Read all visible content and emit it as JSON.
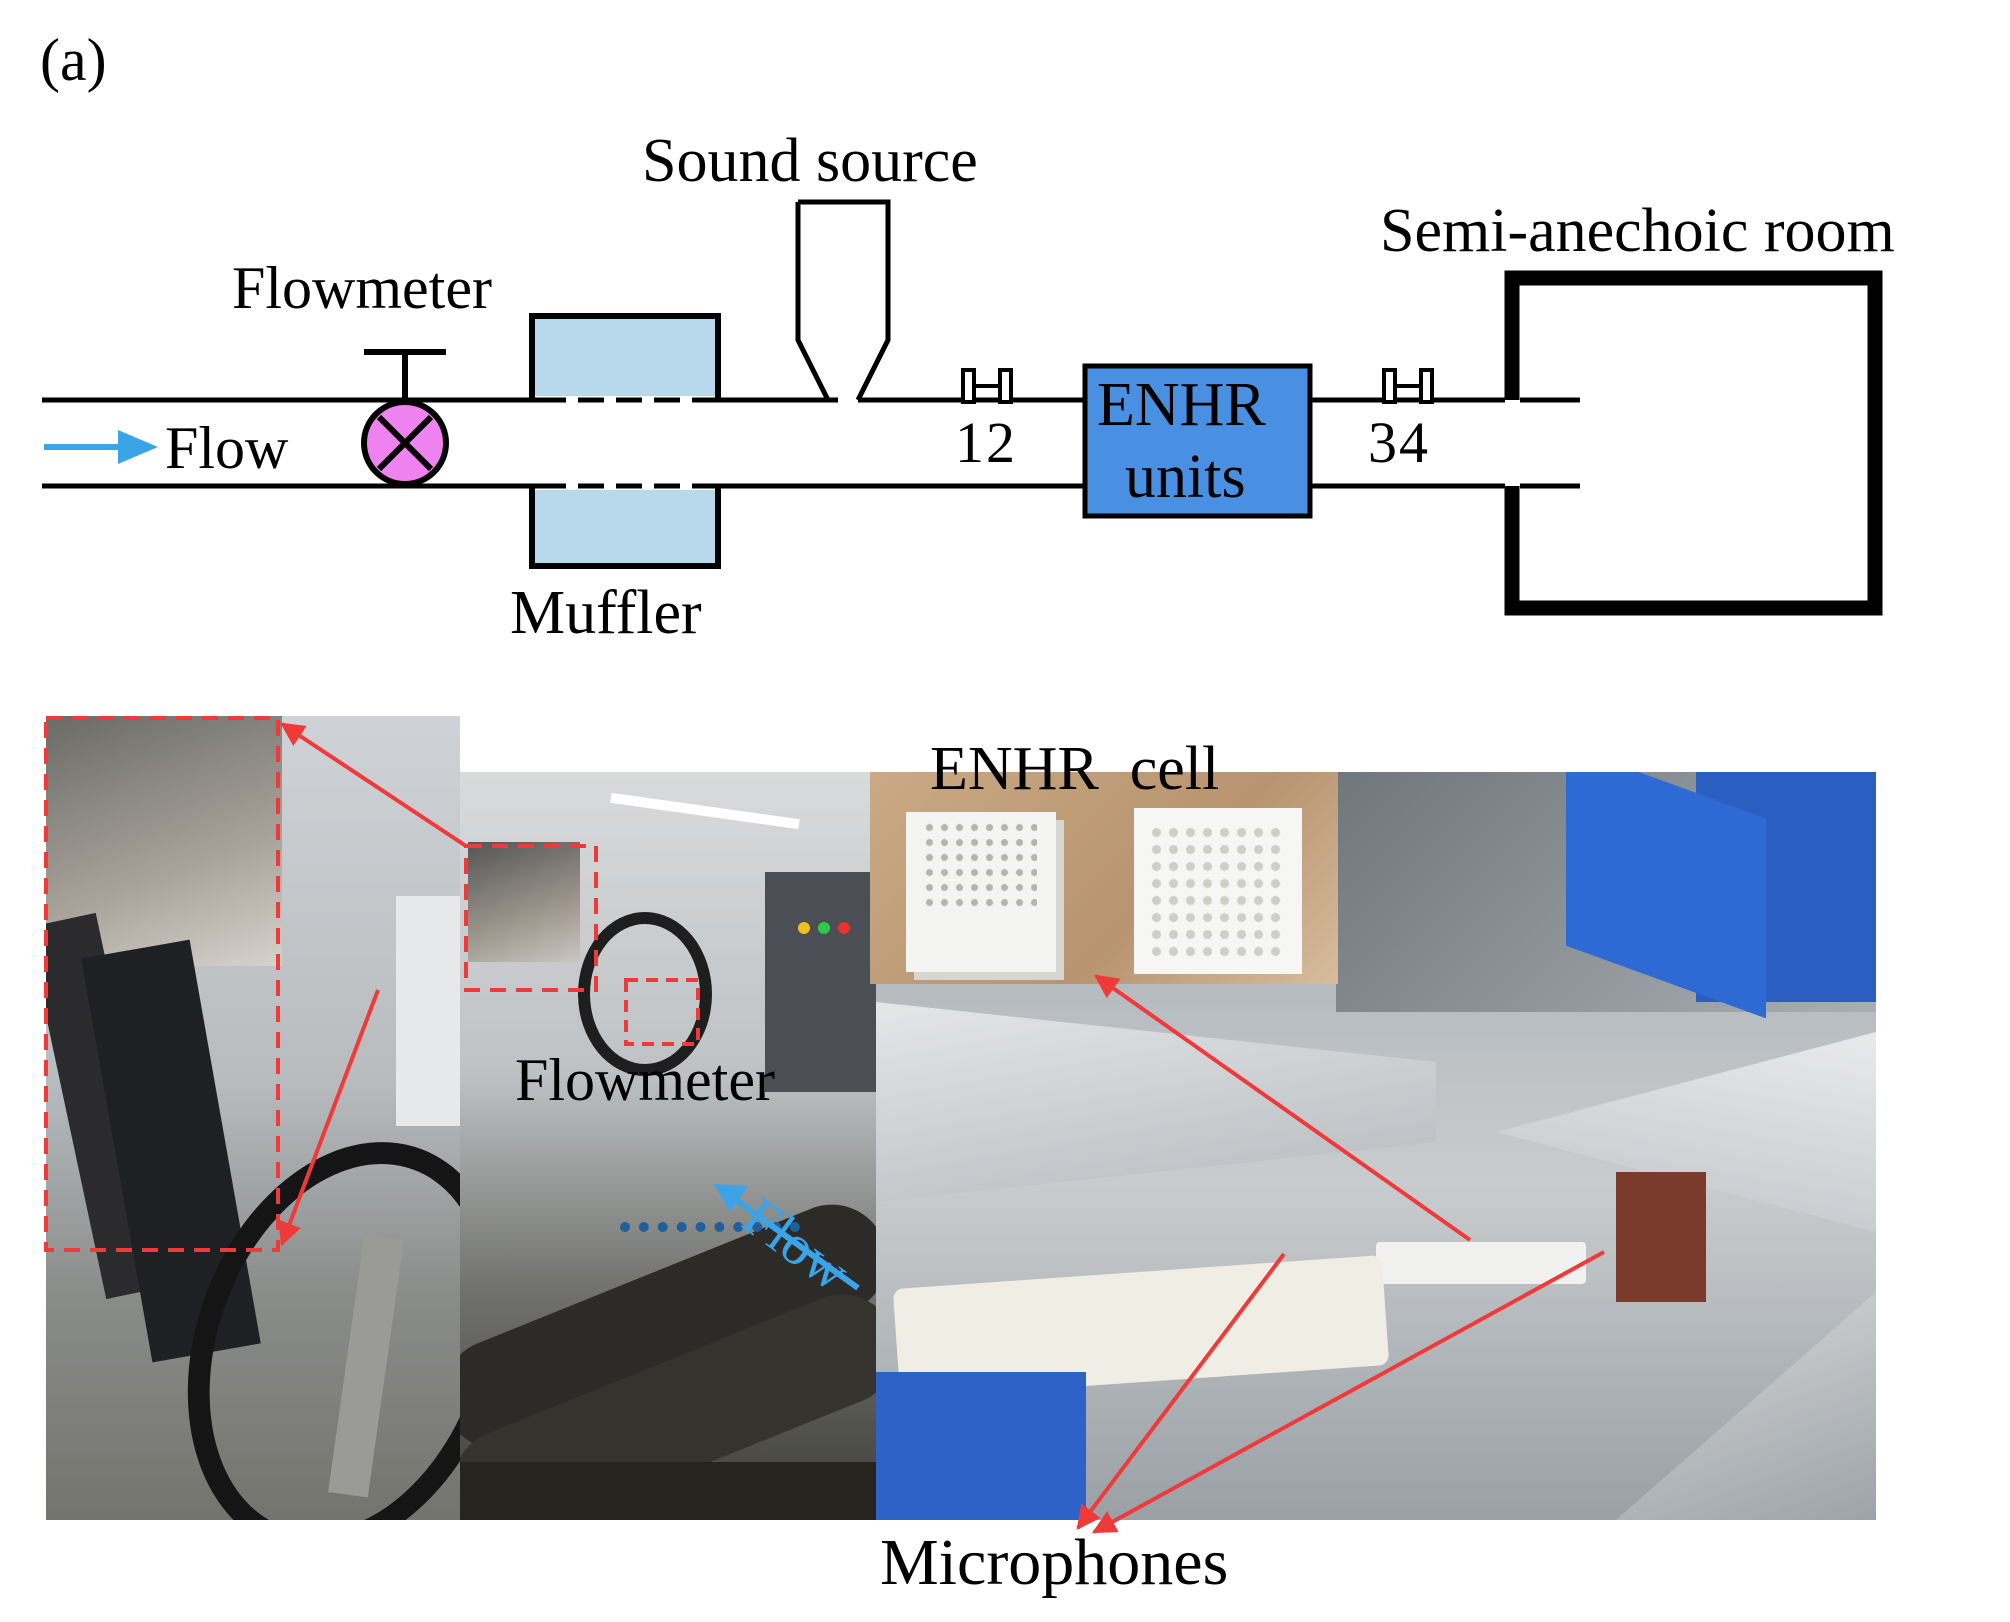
{
  "panel_label": "(a)",
  "schematic": {
    "sound_source": "Sound source",
    "flowmeter": "Flowmeter",
    "semi_anechoic_room": "Semi-anechoic room",
    "flow": "Flow",
    "mic_pair_upstream": "12",
    "mic_pair_downstream": "34",
    "enhr_units_line1": "ENHR",
    "enhr_units_line2": "units",
    "muffler": "Muffler"
  },
  "photos": {
    "enhr_cell": "ENHR  cell",
    "flowmeter": "Flowmeter",
    "flow": "Flow",
    "microphones": "Microphones"
  },
  "colors": {
    "flow_arrow": "#3ba3e8",
    "enhr_box": "#4a90e2",
    "muffler_fill": "#b8d8ec",
    "valve_fill": "#ee82ee",
    "callout_red": "#f03a3a"
  }
}
